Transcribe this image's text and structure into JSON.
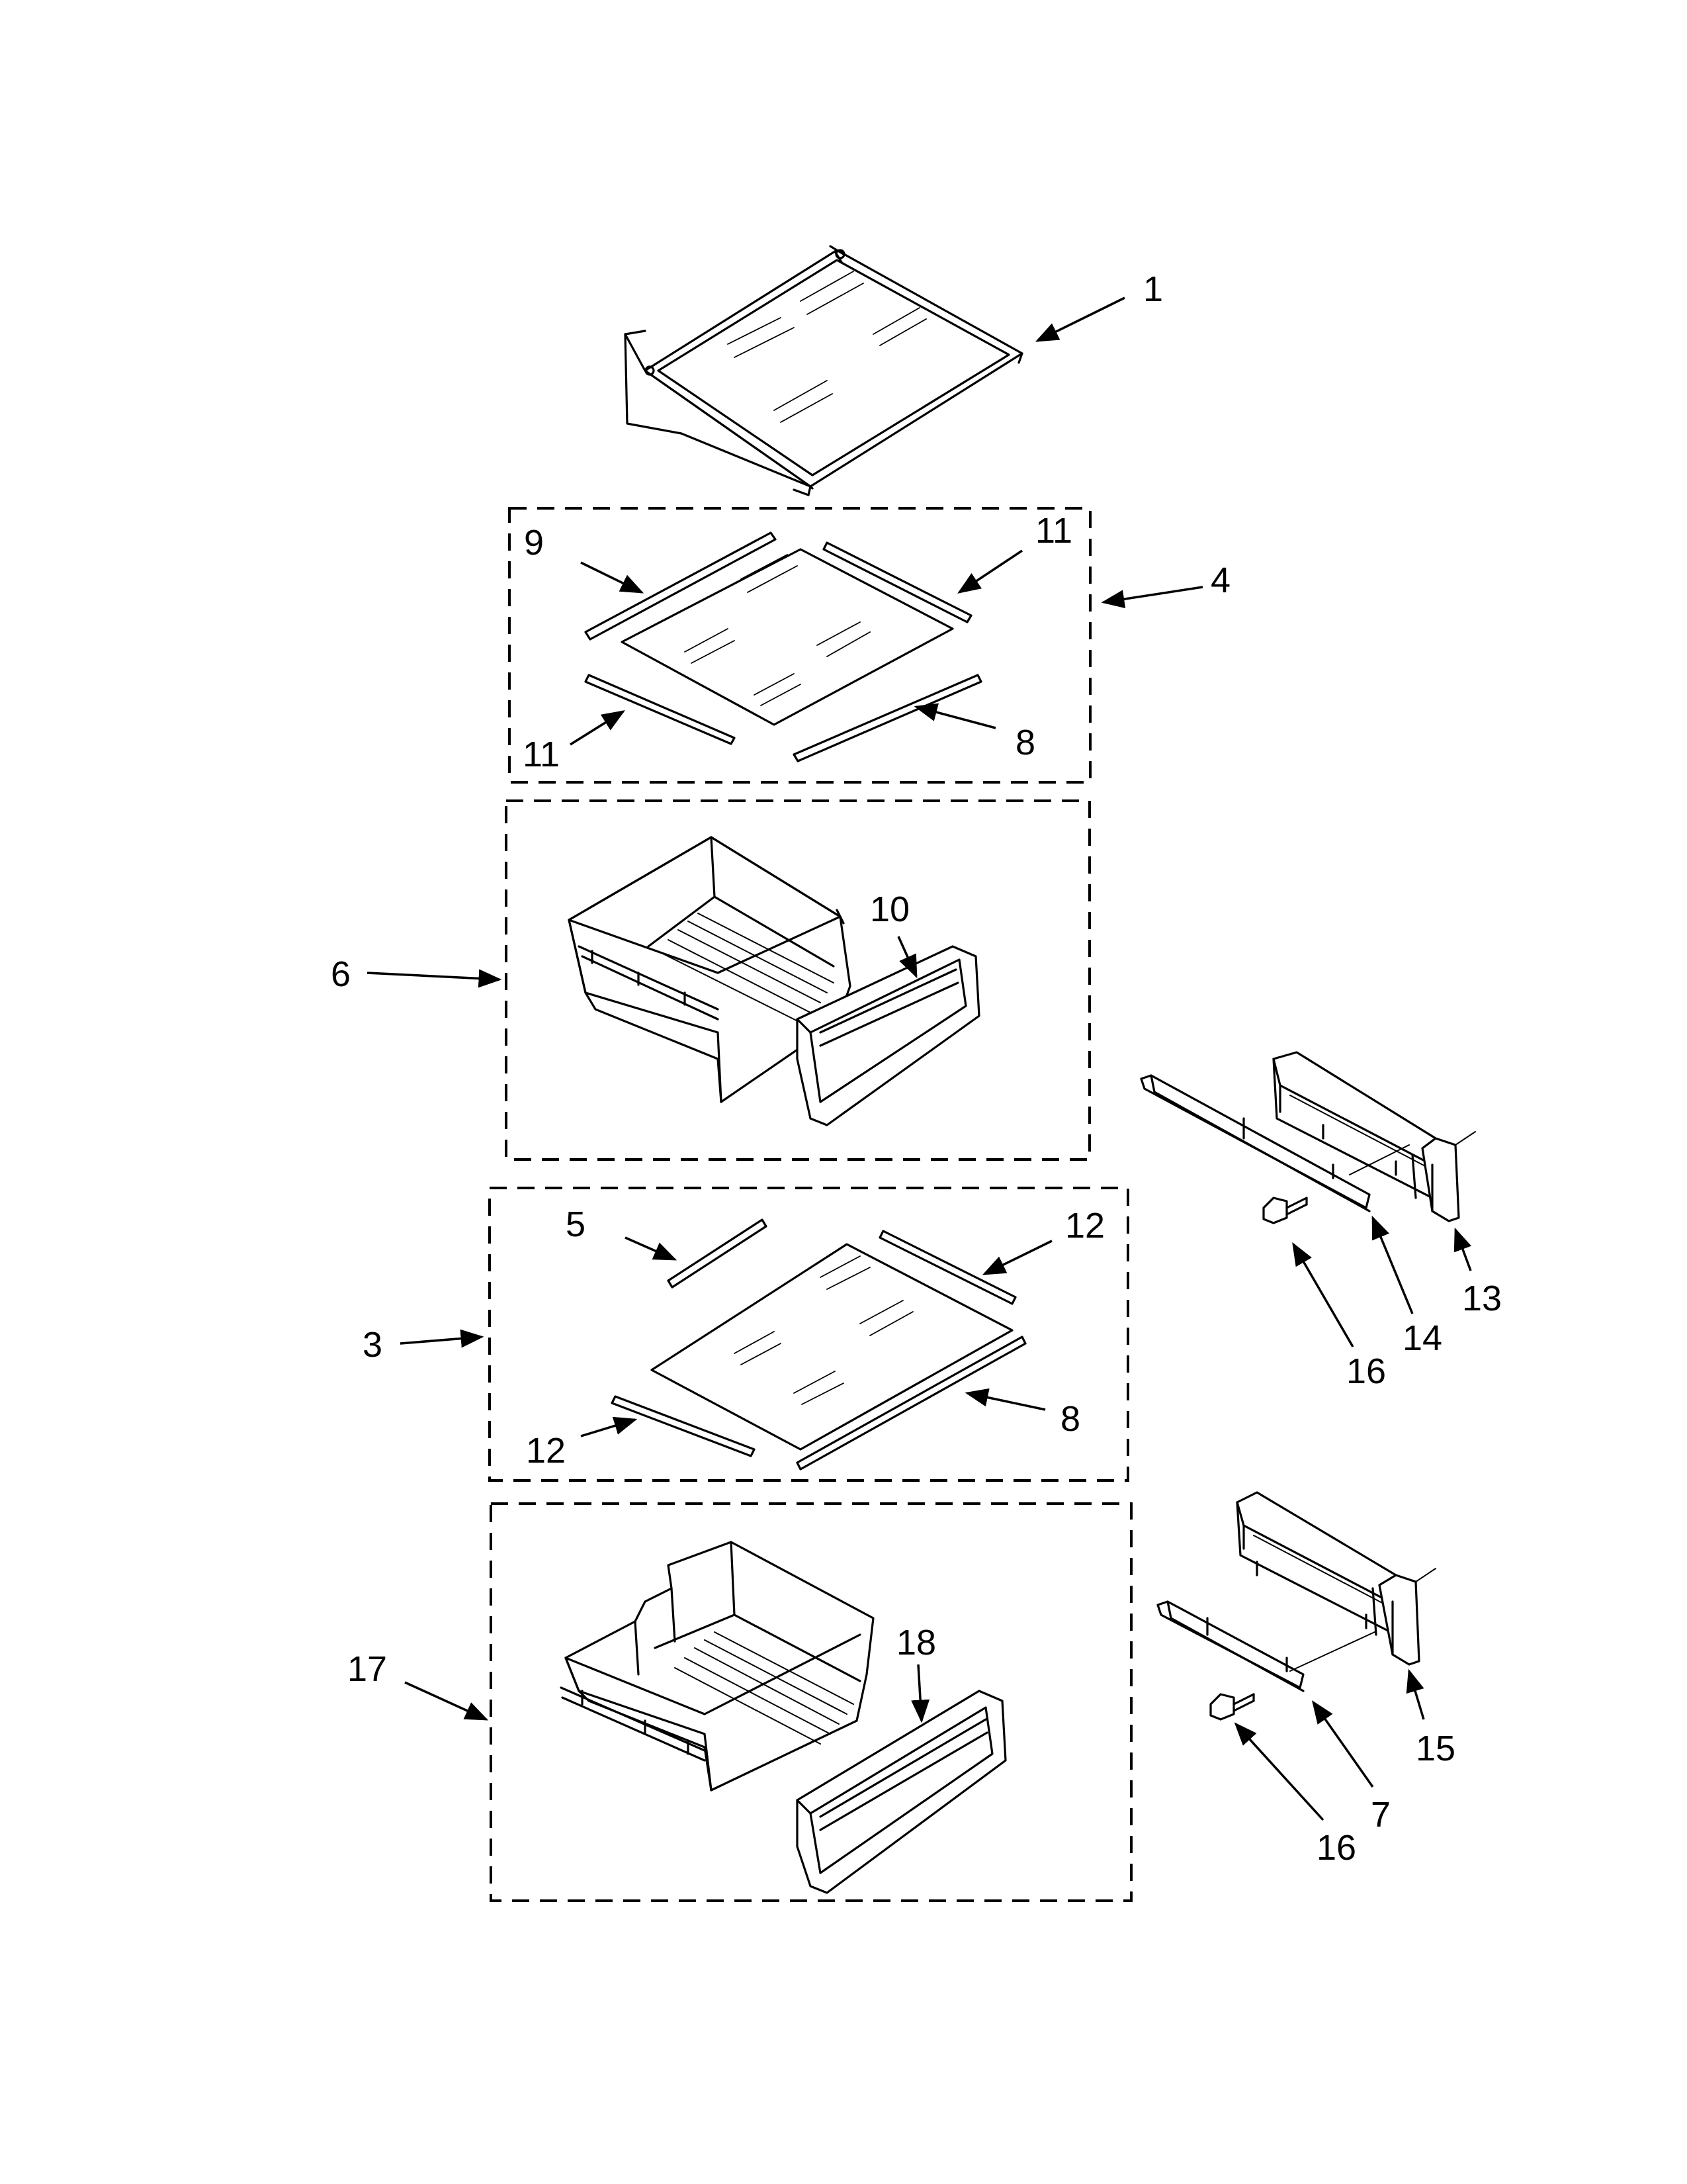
{
  "callouts": {
    "c1": "1",
    "c4": "4",
    "c9": "9",
    "c11a": "11",
    "c11b": "11",
    "c8a": "8",
    "c6": "6",
    "c10": "10",
    "c5": "5",
    "c12a": "12",
    "c12b": "12",
    "c8b": "8",
    "c3": "3",
    "c13": "13",
    "c14": "14",
    "c16a": "16",
    "c17": "17",
    "c18": "18",
    "c15": "15",
    "c7": "7",
    "c16b": "16"
  },
  "groups": {
    "box_4": "4",
    "box_6": "6",
    "box_3": "3",
    "box_17": "17"
  }
}
